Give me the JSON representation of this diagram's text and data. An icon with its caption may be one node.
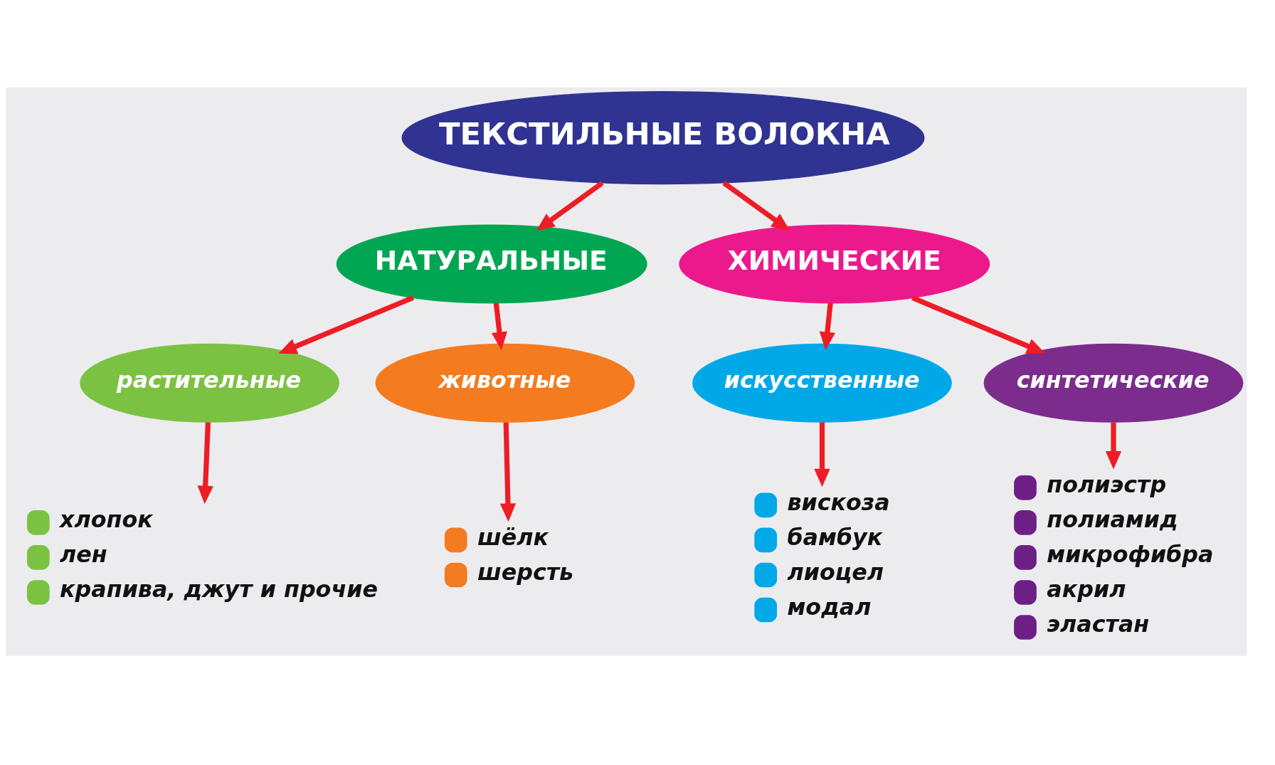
{
  "diagram": {
    "nodes": [
      {
        "text": [
          "ТЕКСТИЛЬНЫЕ ВОЛОКНА"
        ]
      },
      {
        "text": [
          "НАТУРАЛЬНЫЕ"
        ]
      },
      {
        "text": [
          "ХИМИЧЕСКИЕ"
        ]
      },
      {
        "text": [
          "растительные"
        ]
      },
      {
        "text": [
          "животные"
        ]
      },
      {
        "text": [
          "искусственные"
        ]
      },
      {
        "text": [
          "синтетические"
        ]
      },
      {
        "text": [
          "хлопок",
          "лен",
          "крапива, джут и прочие"
        ]
      },
      {
        "text": [
          "шёлк",
          "шерсть"
        ]
      },
      {
        "text": [
          "вискоза",
          "бамбук",
          "лиоцел",
          "модал"
        ]
      },
      {
        "text": [
          "полиэстр",
          "полиамид",
          "микрофибра",
          "акрил",
          "эластан"
        ]
      }
    ],
    "edges": [
      {
        "from": 0,
        "to": 1,
        "arrow": "to"
      },
      {
        "from": 0,
        "to": 2,
        "arrow": "to"
      },
      {
        "from": 1,
        "to": 3,
        "arrow": "to"
      },
      {
        "from": 1,
        "to": 4,
        "arrow": "to"
      },
      {
        "from": 2,
        "to": 5,
        "arrow": "to"
      },
      {
        "from": 2,
        "to": 6,
        "arrow": "to"
      },
      {
        "from": 3,
        "to": 7,
        "arrow": "to"
      },
      {
        "from": 4,
        "to": 8,
        "arrow": "to"
      },
      {
        "from": 5,
        "to": 9,
        "arrow": "to"
      },
      {
        "from": 6,
        "to": 10,
        "arrow": "to"
      }
    ]
  }
}
